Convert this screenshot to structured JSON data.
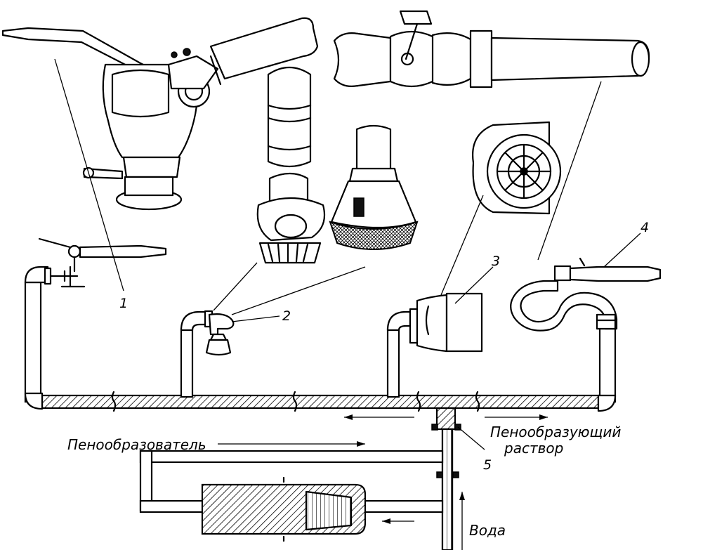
{
  "labels": {
    "foaming_agent": "Пенообразователь",
    "foam_solution_line1": "Пенообразующий",
    "foam_solution_line2": "раствор",
    "water": "Вода"
  },
  "callouts": {
    "n1": "1",
    "n2": "2",
    "n3": "3",
    "n4": "4",
    "n5": "5"
  }
}
